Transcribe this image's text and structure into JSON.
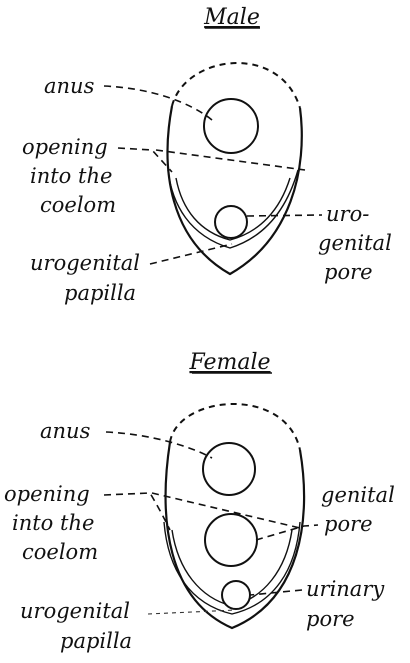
{
  "male": {
    "title": "Male",
    "labels": {
      "anus": "anus",
      "opening_1": "opening",
      "opening_2": "into the",
      "opening_3": "coelom",
      "urogenital_pore_1": "uro-",
      "urogenital_pore_2": "genital",
      "urogenital_pore_3": "pore",
      "papilla_1": "urogenital",
      "papilla_2": "papilla"
    }
  },
  "female": {
    "title": "Female",
    "labels": {
      "anus": "anus",
      "opening_1": "opening",
      "opening_2": "into the",
      "opening_3": "coelom",
      "genital_pore_1": "genital",
      "genital_pore_2": "pore",
      "urinary_pore_1": "urinary",
      "urinary_pore_2": "pore",
      "papilla_1": "urogenital",
      "papilla_2": "papilla"
    }
  }
}
